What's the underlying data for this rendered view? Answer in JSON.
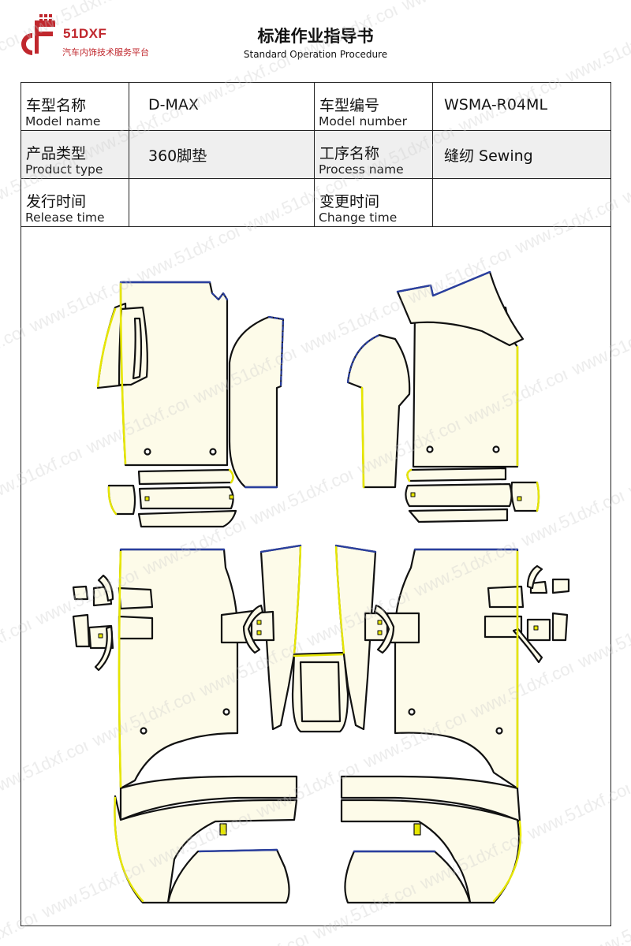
{
  "brand": {
    "name": "51DXF",
    "tagline": "汽车内饰技术服务平台",
    "color": "#c0272d"
  },
  "document": {
    "title_cn": "标准作业指导书",
    "title_en": "Standard Operation Procedure"
  },
  "info_table": {
    "model_name": {
      "label_cn": "车型名称",
      "label_en": "Model name",
      "value": "D-MAX"
    },
    "model_number": {
      "label_cn": "车型编号",
      "label_en": "Model number",
      "value": "WSMA-R04ML"
    },
    "product_type": {
      "label_cn": "产品类型",
      "label_en": "Product type",
      "value": "360脚垫"
    },
    "process_name": {
      "label_cn": "工序名称",
      "label_en": "Process name",
      "value": "缝纫 Sewing"
    },
    "release_time": {
      "label_cn": "发行时间",
      "label_en": "Release time",
      "value": ""
    },
    "change_time": {
      "label_cn": "变更时间",
      "label_en": "Change time",
      "value": ""
    }
  },
  "watermark": {
    "text": "www.51dxf.com"
  },
  "drawing": {
    "fill_color": "#fdfbe9",
    "outline_color": "#111111",
    "edge_yellow": "#e6e600",
    "edge_blue": "#2a3f9f",
    "icon": "floor-mat-pattern-drawing"
  }
}
